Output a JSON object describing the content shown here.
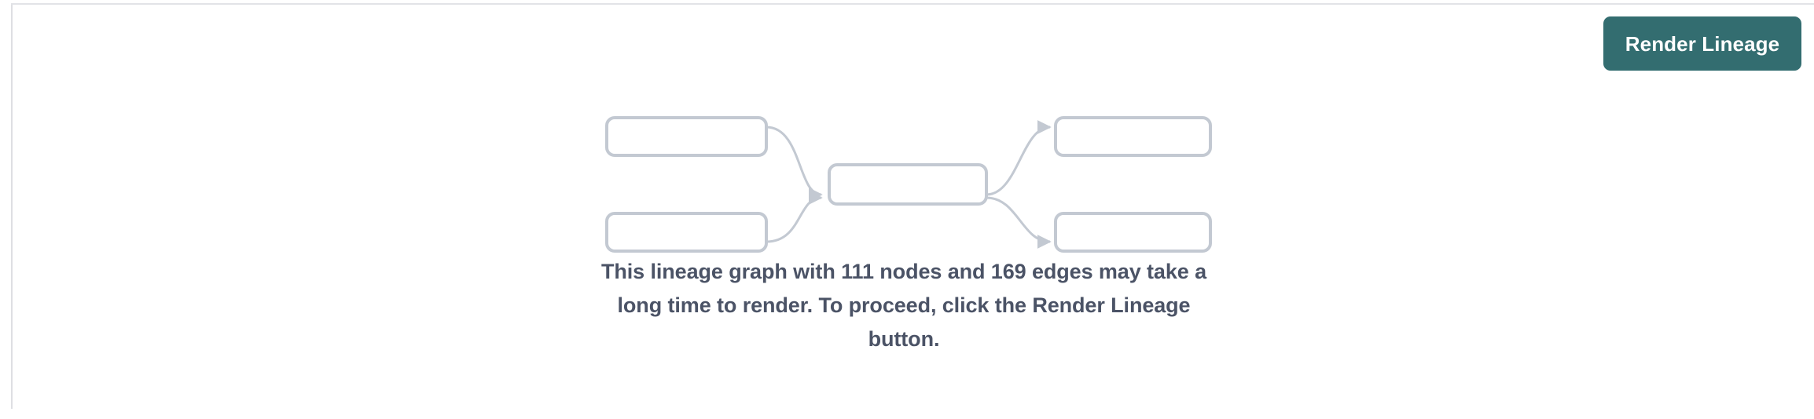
{
  "panel": {
    "background_color": "#ffffff",
    "rule_color": "#e2e3e7"
  },
  "toolbar": {
    "render_lineage_label": "Render Lineage",
    "accent_color": "#336d70"
  },
  "placeholder_graph": {
    "node_border_color": "#c3c9d2",
    "edge_color": "#c3c9d2",
    "nodes": [
      {
        "id": "left-top",
        "label": ""
      },
      {
        "id": "left-bottom",
        "label": ""
      },
      {
        "id": "center",
        "label": ""
      },
      {
        "id": "right-top",
        "label": ""
      },
      {
        "id": "right-bottom",
        "label": ""
      }
    ],
    "edges": [
      {
        "from": "left-top",
        "to": "center"
      },
      {
        "from": "left-bottom",
        "to": "center"
      },
      {
        "from": "center",
        "to": "right-top"
      },
      {
        "from": "center",
        "to": "right-bottom"
      }
    ]
  },
  "message": {
    "text": "This lineage graph with 111 nodes and 169 edges may take a long time to render. To proceed, click the Render Lineage button.",
    "node_count": 111,
    "edge_count": 169,
    "text_color": "#4b5366"
  }
}
